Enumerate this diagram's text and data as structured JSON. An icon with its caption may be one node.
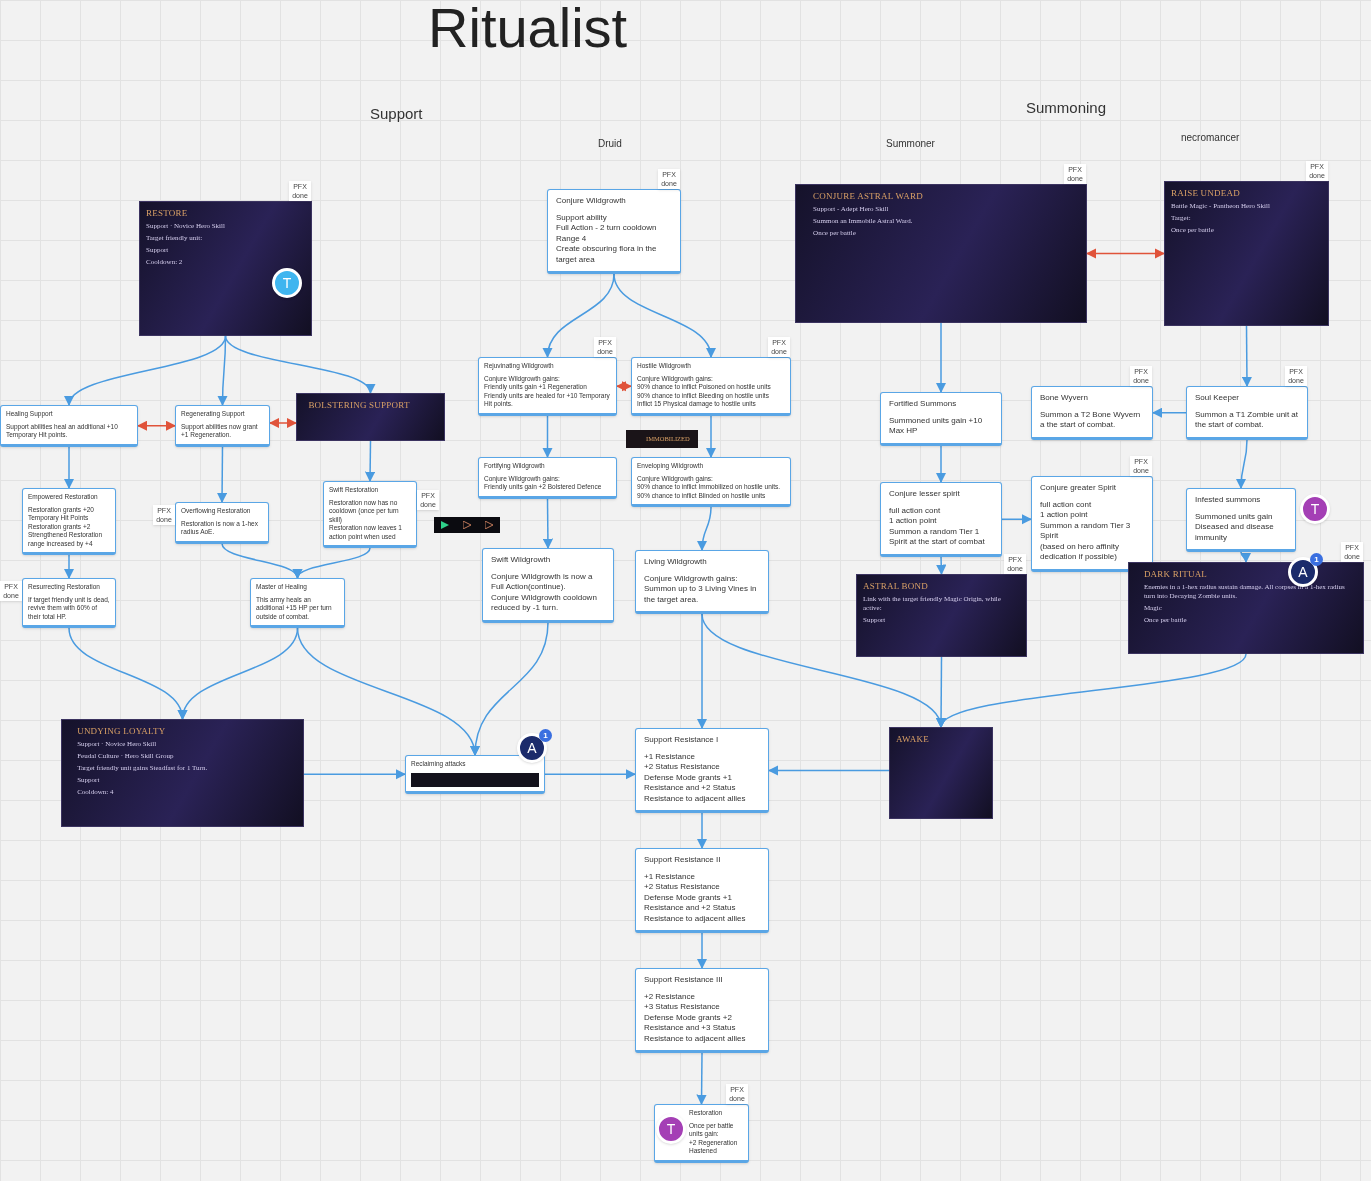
{
  "diagram": {
    "title": "Ritualist",
    "nodes": [
      {
        "text": [
          "RESTORE",
          "Support · Novice Hero Skill",
          "Target friendly unit:",
          "Support",
          "Cooldown: 2"
        ],
        "beside": [
          "PFX done"
        ]
      },
      {
        "text": [
          "Healing Support",
          "Support abilities heal an additional +10 Temporary Hit points."
        ]
      },
      {
        "text": [
          "Regenerating Support",
          "Support abilities now grant +1 Regeneration."
        ]
      },
      {
        "text": [
          "BOLSTERING SUPPORT"
        ]
      },
      {
        "text": [
          "Empowered Restoration",
          "Restoration grants +20 Temporary Hit Points Restoration grants +2 Strengthened Restoration range increased by +4"
        ]
      },
      {
        "text": [
          "Overflowing Restoration",
          "Restoration is now a 1-hex radius AoE."
        ],
        "beside": [
          "PFX done"
        ]
      },
      {
        "text": [
          "Swift Restoration",
          "Restoration now has no cooldown (once per turn skill)",
          "Restoration now leaves 1 action point when used"
        ],
        "beside": [
          "PFX done"
        ]
      },
      {
        "text": [
          "Resurrecting Restoration",
          "If target friendly unit is dead, revive them with 60% of their total HP."
        ],
        "beside": [
          "PFX done"
        ]
      },
      {
        "text": [
          "Master of Healing",
          "This army heals an additional +15 HP per turn outside of combat."
        ]
      },
      {
        "text": [
          "Conjure Wildgrowth",
          "Support ability",
          "Full Action - 2 turn cooldown",
          "Range 4",
          "Create obscuring flora in the target area"
        ],
        "beside": [
          "PFX done"
        ]
      },
      {
        "text": [
          "Rejuvinating Wildgrowth",
          "Conjure Wildgrowth gains:",
          "Friendly units gain +1 Regeneration",
          "Friendly units are healed for +10 Temporary Hit points."
        ],
        "beside": [
          "PFX done"
        ]
      },
      {
        "text": [
          "Hostile Wildgrowth",
          "Conjure Wildgrowth gains:",
          "90% chance to inflict Poisoned on hostile units",
          "90% chance to inflict Bleeding on hostile units",
          "Inflict 15 Physical damage to hostile units"
        ],
        "beside": [
          "PFX done"
        ]
      },
      {
        "text": [
          "Fortifying Wildgrowth",
          "Conjure Wildgrowth gains:",
          "Friendly units gain +2 Bolstered Defence"
        ]
      },
      {
        "text": [
          "Enveloping Wildgrowth",
          "Conjure Wildgrowth gains:",
          "90% chance to inflict Immobilized on hostile units.",
          "90% chance to inflict Blinded on hostile units"
        ]
      },
      {
        "text": [
          "Swift Wildgrowth",
          "Conjure Wildgrowth is now a Full Action(continue).",
          "Conjure Wildgrowth cooldown reduced by -1 turn."
        ]
      },
      {
        "text": [
          "Living Wildgrowth",
          "Conjure Wildgrowth gains:",
          "Summon up to 3 Living Vines in the target area."
        ]
      },
      {
        "text": [
          "CONJURE ASTRAL WARD",
          "Support - Adept Hero Skill",
          "Summon an Immobile Astral Ward.",
          "Once per battle"
        ],
        "beside": [
          "PFX done"
        ]
      },
      {
        "text": [
          "RAISE UNDEAD",
          "Battle Magic - Pantheon Hero Skill",
          "Target:",
          "Once per battle"
        ],
        "beside": [
          "PFX done"
        ]
      },
      {
        "text": [
          "Fortified Summons",
          "Summoned units gain +10 Max HP"
        ]
      },
      {
        "text": [
          "Bone Wyvern",
          "Summon a T2 Bone Wyvern a the start of combat."
        ],
        "beside": [
          "PFX done"
        ]
      },
      {
        "text": [
          "Soul Keeper",
          "Summon a T1 Zombie unit at the start of combat."
        ],
        "beside": [
          "PFX done"
        ]
      },
      {
        "text": [
          "Conjure lesser spirit",
          "full action cont",
          "1 action point",
          "Summon a random Tier 1 Spirit at the start of combat"
        ]
      },
      {
        "text": [
          "Conjure greater Spirit",
          "full action cont",
          "1 action point",
          "Summon a random Tier 3 Spirit",
          "(based on hero affinity dedication if possible)"
        ],
        "beside": [
          "PFX done"
        ]
      },
      {
        "text": [
          "Infested summons",
          "Summoned units gain Diseased and disease immunity"
        ]
      },
      {
        "text": [
          "ASTRAL BOND",
          "Link with the target friendly Magic Origin, while active:",
          "Support"
        ],
        "beside": [
          "PFX done"
        ]
      },
      {
        "text": [
          "DARK RITUAL",
          "Enemies in a 1-hex radius sustain damage. All corpses in a 1-hex radius turn into Decaying Zombie units.",
          "Magic",
          "Once per battle"
        ],
        "beside": [
          "PFX done"
        ]
      },
      {
        "text": [
          "UNDYING LOYALTY",
          "Support · Novice Hero Skill",
          "Feudal Culture · Hero Skill Group",
          "Target friendly unit gains Steadfast for 1 Turn.",
          "Support",
          "Cooldown: 4"
        ]
      },
      {
        "text": [
          "Reclaiming attacks"
        ]
      },
      {
        "text": [
          "Support Resistance I",
          "+1 Resistance",
          "+2 Status Resistance",
          "Defense Mode grants +1 Resistance and +2 Status Resistance to adjacent allies"
        ]
      },
      {
        "text": [
          "AWAKE"
        ]
      },
      {
        "text": [
          "Support Resistance II",
          "+1 Resistance",
          "+2 Status Resistance",
          "Defense Mode grants +1 Resistance and +2 Status Resistance to adjacent allies"
        ]
      },
      {
        "text": [
          "Support Resistance III",
          "+2 Resistance",
          "+3 Status Resistance",
          "Defense Mode grants +2 Resistance and +3 Status Resistance to adjacent allies"
        ]
      },
      {
        "text": [
          "Restoration",
          "Once per battle",
          "units gain:",
          "+2 Regeneration",
          "Hastened"
        ],
        "beside": [
          "PFX done"
        ]
      }
    ],
    "edges": [
      {
        "from": 0,
        "to": 1,
        "arrow": "to"
      },
      {
        "from": 0,
        "to": 2,
        "arrow": "to"
      },
      {
        "from": 0,
        "to": 3,
        "arrow": "to"
      },
      {
        "from": 1,
        "to": 2,
        "arrow": "both",
        "color": "#e0533a"
      },
      {
        "from": 2,
        "to": 3,
        "arrow": "both",
        "color": "#e0533a"
      },
      {
        "from": 1,
        "to": 4,
        "arrow": "to"
      },
      {
        "from": 2,
        "to": 5,
        "arrow": "to"
      },
      {
        "from": 3,
        "to": 6,
        "arrow": "to"
      },
      {
        "from": 4,
        "to": 7,
        "arrow": "to"
      },
      {
        "from": 5,
        "to": 8,
        "arrow": "to"
      },
      {
        "from": 6,
        "to": 8,
        "arrow": "to"
      },
      {
        "from": 7,
        "to": 26,
        "arrow": "to"
      },
      {
        "from": 8,
        "to": 26,
        "arrow": "to"
      },
      {
        "from": 8,
        "to": 27,
        "arrow": "to"
      },
      {
        "from": 9,
        "to": 10,
        "arrow": "to"
      },
      {
        "from": 9,
        "to": 11,
        "arrow": "to"
      },
      {
        "from": 10,
        "to": 11,
        "arrow": "both",
        "color": "#e0533a"
      },
      {
        "from": 10,
        "to": 12,
        "arrow": "to"
      },
      {
        "from": 11,
        "to": 13,
        "arrow": "to"
      },
      {
        "from": 12,
        "to": 14,
        "arrow": "to"
      },
      {
        "from": 13,
        "to": 15,
        "arrow": "to"
      },
      {
        "from": 14,
        "to": 27,
        "arrow": "to"
      },
      {
        "from": 26,
        "to": 27,
        "arrow": "to"
      },
      {
        "from": 27,
        "to": 28,
        "arrow": "to"
      },
      {
        "from": 15,
        "to": 28,
        "arrow": "to"
      },
      {
        "from": 16,
        "to": 17,
        "arrow": "both",
        "color": "#e0533a"
      },
      {
        "from": 16,
        "to": 18,
        "arrow": "to"
      },
      {
        "from": 17,
        "to": 20,
        "arrow": "to"
      },
      {
        "from": 20,
        "to": 19,
        "arrow": "to"
      },
      {
        "from": 18,
        "to": 21,
        "arrow": "to"
      },
      {
        "from": 21,
        "to": 22,
        "arrow": "to"
      },
      {
        "from": 20,
        "to": 23,
        "arrow": "to"
      },
      {
        "from": 21,
        "to": 24,
        "arrow": "to"
      },
      {
        "from": 23,
        "to": 25,
        "arrow": "to"
      },
      {
        "from": 15,
        "to": 29,
        "arrow": "to"
      },
      {
        "from": 24,
        "to": 29,
        "arrow": "to"
      },
      {
        "from": 25,
        "to": 29,
        "arrow": "to"
      },
      {
        "from": 29,
        "to": 28,
        "arrow": "to"
      },
      {
        "from": 28,
        "to": 30,
        "arrow": "to"
      },
      {
        "from": 30,
        "to": 31,
        "arrow": "to"
      },
      {
        "from": 31,
        "to": 32,
        "arrow": "to"
      }
    ],
    "labels": [
      "Support",
      "Summoning",
      "Druid",
      "Summoner",
      "necromancer",
      "IMMOBILIZED",
      "T",
      "A",
      "1",
      "T",
      "A",
      "1",
      "T"
    ]
  }
}
